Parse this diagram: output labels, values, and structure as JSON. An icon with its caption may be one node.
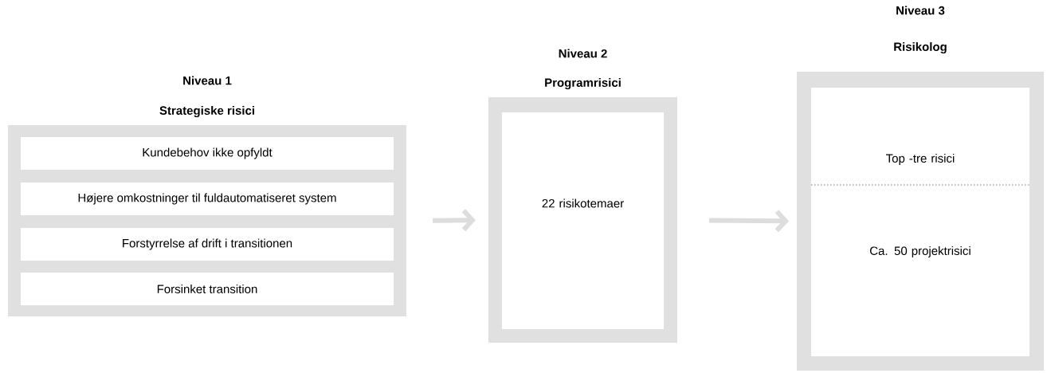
{
  "diagram": {
    "nodes": [
      {
        "text": [
          "Niveau 1",
          "Strategiske risici"
        ]
      },
      {
        "text": [
          "Kundebehov ikke opfyldt"
        ],
        "in": 0
      },
      {
        "text": [
          "Højere omkostninger til fuldautomatiseret system"
        ],
        "in": 0
      },
      {
        "text": [
          "Forstyrrelse af drift i transitionen"
        ],
        "in": 0
      },
      {
        "text": [
          "Forsinket transition"
        ],
        "in": 0
      },
      {
        "text": [
          "Niveau 2",
          "Programrisici",
          "22 risikotemaer"
        ]
      },
      {
        "text": [
          "Niveau 3",
          "Risikolog",
          "Top -tre risici",
          "Ca. 50 projektrisici"
        ]
      }
    ],
    "edges": [
      {
        "from": 0,
        "to": 5,
        "arrow": "to"
      },
      {
        "from": 5,
        "to": 6,
        "arrow": "to"
      }
    ]
  }
}
